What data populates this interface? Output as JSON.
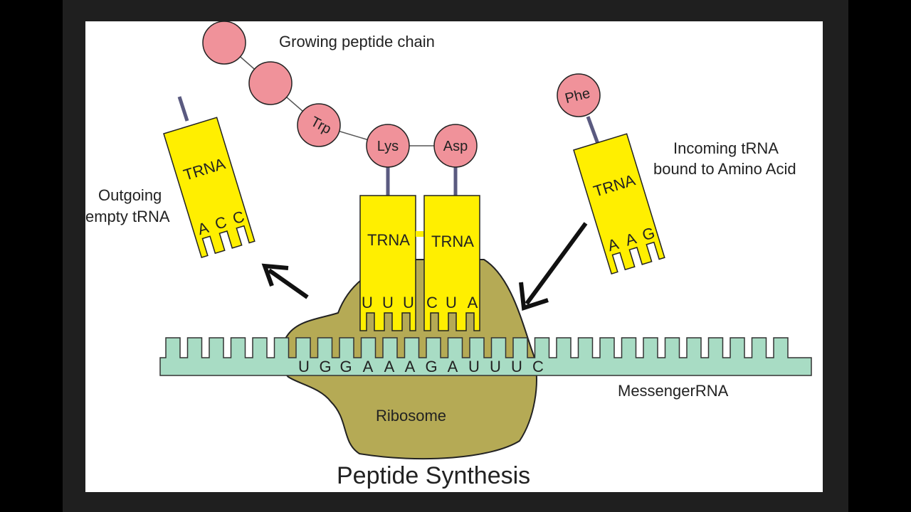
{
  "title": "Peptide Synthesis",
  "labels": {
    "growing_chain": "Growing peptide chain",
    "outgoing_line1": "Outgoing",
    "outgoing_line2": "empty tRNA",
    "incoming_line1": "Incoming  tRNA",
    "incoming_line2": "bound to Amino Acid",
    "mrna": "MessengerRNA",
    "ribosome": "Ribosome"
  },
  "chain": {
    "blank1": "",
    "blank2": "",
    "trp": "Trp",
    "lys": "Lys",
    "asp": "Asp",
    "phe": "Phe"
  },
  "trnas": {
    "outgoing": {
      "label": "TRNA",
      "anticodon": [
        "A",
        "C",
        "C"
      ]
    },
    "lys": {
      "label": "TRNA",
      "anticodon": [
        "U",
        "U",
        "U"
      ]
    },
    "asp": {
      "label": "TRNA",
      "anticodon": [
        "C",
        "U",
        "A"
      ]
    },
    "incoming": {
      "label": "TRNA",
      "anticodon": [
        "A",
        "A",
        "G"
      ]
    }
  },
  "mrna_sequence": [
    "U",
    "G",
    "G",
    "A",
    "A",
    "A",
    "G",
    "A",
    "U",
    "U",
    "U",
    "C"
  ],
  "colors": {
    "trna": "#ffef00",
    "amino": "#f0929a",
    "ribosome": "#b5aa55",
    "mrna": "#a8dcc4",
    "stem": "#5a5a80"
  }
}
